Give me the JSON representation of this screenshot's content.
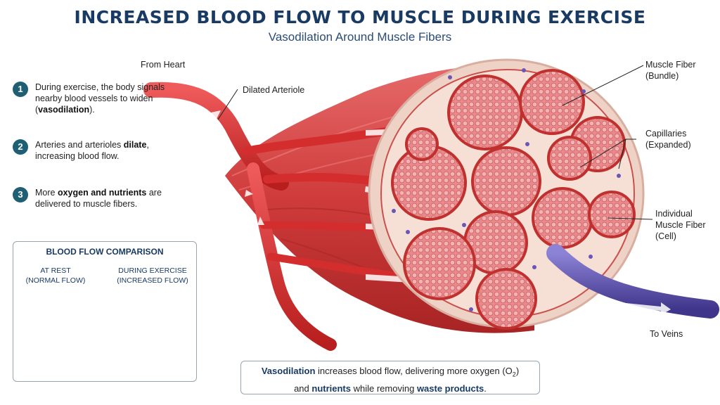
{
  "header": {
    "title": "INCREASED BLOOD FLOW TO MUSCLE DURING EXERCISE",
    "subtitle": "Vasodilation Around Muscle Fibers"
  },
  "labels": {
    "from_heart": "From Heart",
    "dilated_arteriole": "Dilated Arteriole",
    "muscle_fiber_bundle_1": "Muscle Fiber",
    "muscle_fiber_bundle_2": "(Bundle)",
    "capillaries_1": "Capillaries",
    "capillaries_2": "(Expanded)",
    "individual_fiber_1": "Individual",
    "individual_fiber_2": "Muscle Fiber",
    "individual_fiber_3": "(Cell)",
    "to_veins": "To Veins"
  },
  "steps": [
    {
      "num": "1",
      "pre": "During exercise, the body signals nearby blood vessels to widen (",
      "bold": "vasodilation",
      "post": ")."
    },
    {
      "num": "2",
      "pre": "Arteries and arterioles ",
      "bold": "dilate",
      "post": ", increasing blood flow."
    },
    {
      "num": "3",
      "pre": "More ",
      "bold": "oxygen and nutrients",
      "post": " are delivered to muscle fibers."
    }
  ],
  "comparison": {
    "title": "BLOOD FLOW COMPARISON",
    "rest_1": "AT REST",
    "rest_2": "(NORMAL FLOW)",
    "exercise_1": "DURING EXERCISE",
    "exercise_2": "(INCREASED FLOW)"
  },
  "summary": {
    "b1": "Vasodilation",
    "t1": " increases blood flow, delivering more oxygen (O",
    "sub": "2",
    "t2": ")",
    "t3": "and ",
    "b2": "nutrients",
    "t4": " while removing ",
    "b3": "waste products",
    "t5": "."
  },
  "colors": {
    "title": "#183a63",
    "artery": "#c92a2a",
    "vein": "#5a4fa8",
    "fiber": "#e8888a",
    "step_badge": "#1f5f73"
  }
}
